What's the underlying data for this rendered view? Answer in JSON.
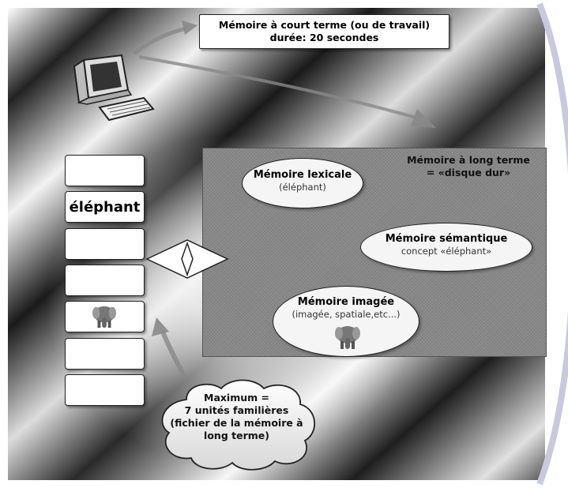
{
  "title_box": {
    "line1": "Mémoire à court terme (ou de travail)",
    "line2": "durée: 20 secondes"
  },
  "ltm": {
    "title_line1": "Mémoire à long terme",
    "title_line2": "= «disque dur»"
  },
  "lexical": {
    "title": "Mémoire lexicale",
    "sub": "(éléphant)"
  },
  "semantic": {
    "title": "Mémoire sémantique",
    "sub": "concept «éléphant»"
  },
  "image": {
    "title": "Mémoire imagée",
    "sub": "(imagée, spatiale,etc...)"
  },
  "slots": [
    "",
    "éléphant",
    "",
    "",
    "",
    "",
    ""
  ],
  "cloud": {
    "line1": "Maximum =",
    "line2": "7 unités familières",
    "line3": "(fichier de la mémoire à",
    "line4": "long terme)"
  },
  "icons": [
    "computer-icon",
    "elephant-icon",
    "arrow-icon"
  ],
  "colors": {
    "panel": "#888888",
    "background_dark": "#1a1a1a",
    "edge_accent": "#c8c8e0"
  }
}
